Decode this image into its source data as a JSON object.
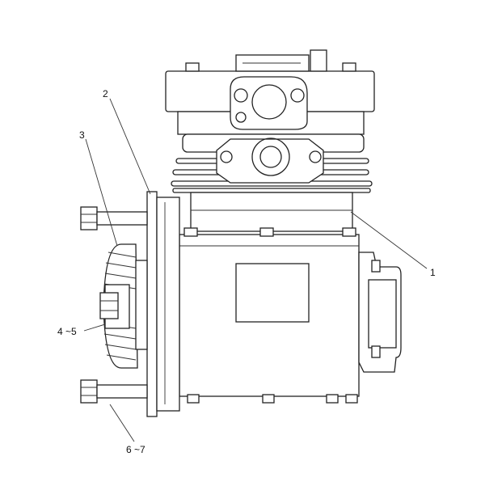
{
  "callouts": {
    "c1": "1",
    "c2": "2",
    "c3": "3",
    "c4": "4 ~5",
    "c6": "6 ~7"
  },
  "colors": {
    "line": "#222222",
    "background": "#ffffff"
  }
}
